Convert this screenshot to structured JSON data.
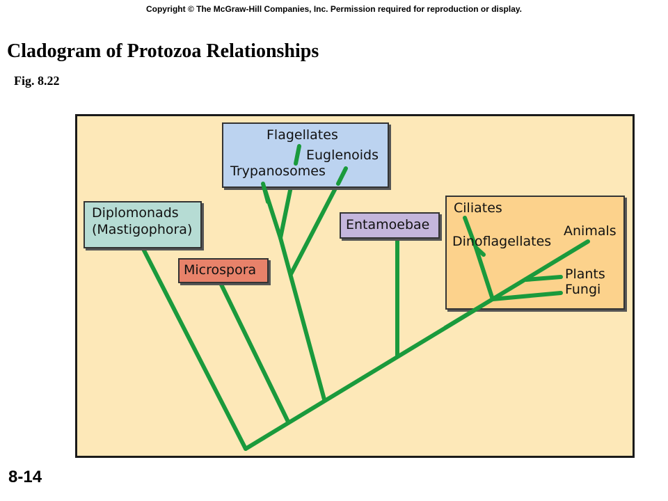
{
  "header": {
    "copyright": "Copyright © The McGraw-Hill Companies, Inc. Permission required for reproduction or display.",
    "title": "Cladogram of Protozoa Relationships",
    "figure": "Fig. 8.22"
  },
  "footer": {
    "slide_number": "8-14"
  },
  "colors": {
    "background": "#fde8b8",
    "branch": "#1a9a3c",
    "flagellates_box": "#bcd3f0",
    "diplomonads_box": "#b6dcd4",
    "microspora_box": "#e8826a",
    "entamoebae_box": "#c4b6dc",
    "crown_box": "#fcd28c"
  },
  "cladogram": {
    "diplomonads": {
      "line1": "Diplomonads",
      "line2": "(Mastigophora)"
    },
    "microspora": "Microspora",
    "flagellates": {
      "title": "Flagellates",
      "euglenoids": "Euglenoids",
      "trypanosomes": "Trypanosomes"
    },
    "entamoebae": "Entamoebae",
    "crown": {
      "ciliates": "Ciliates",
      "dinoflagellates": "Dinoflagellates",
      "animals": "Animals",
      "plants": "Plants",
      "fungi": "Fungi"
    }
  }
}
